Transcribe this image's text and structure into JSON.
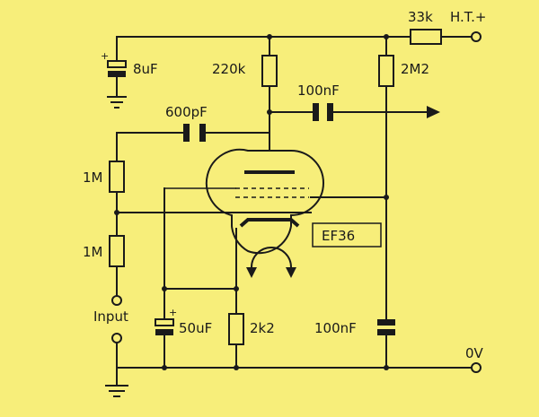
{
  "labels": {
    "r_series": "33k",
    "ht": "H.T.+",
    "c_decouple": "8uF",
    "r_anode": "220k",
    "r_screen": "2M2",
    "c_coupling": "100nF",
    "c_feedback": "600pF",
    "r_upper": "1M",
    "r_lower": "1M",
    "tube": "EF36",
    "input": "Input",
    "c_cathode": "50uF",
    "r_cathode": "2k2",
    "c_screen": "100nF",
    "zero_volt": "0V"
  },
  "colors": {
    "background": "#f7ee7a",
    "ink": "#1a1a1a"
  }
}
